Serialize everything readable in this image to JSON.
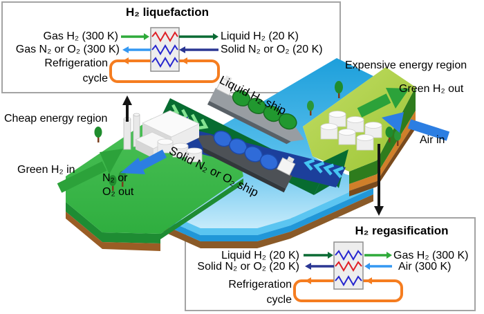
{
  "liquefaction_panel": {
    "title": "H₂ liquefaction",
    "row1_left": "Gas H₂ (300 K)",
    "row1_right": "Liquid H₂ (20 K)",
    "row2_left": "Gas N₂ or O₂ (300 K)",
    "row2_right": "Solid N₂ or O₂ (20 K)",
    "refrigeration_line1": "Refrigeration",
    "refrigeration_line2": "cycle"
  },
  "regasification_panel": {
    "title": "H₂ regasification",
    "row1_left": "Liquid H₂ (20 K)",
    "row1_right": "Gas H₂ (300 K)",
    "row2_left": "Solid N₂ or O₂ (20 K)",
    "row2_right": "Air (300 K)",
    "refrigeration_line1": "Refrigeration",
    "refrigeration_line2": "cycle"
  },
  "scene": {
    "cheap_region_label": "Cheap energy region",
    "expensive_region_label": "Expensive energy region",
    "green_h2_in": "Green H₂ in",
    "green_h2_out": "Green H₂ out",
    "n2_o2_out_line1": "N₂ or",
    "n2_o2_out_line2": "O₂ out",
    "air_in": "Air in",
    "liquid_ship_label": "Liquid H₂ ship",
    "solid_ship_label": "Solid N₂ or O₂ ship"
  },
  "colors": {
    "bright_green_arrow": "#2faa3a",
    "dark_green_arrow": "#0a6a33",
    "light_blue_arrow": "#3498f2",
    "dark_blue_arrow": "#2b3793",
    "refrigeration_orange": "#f57d20",
    "hot_stream_red": "#de1f26",
    "cold_stream_blue": "#2626cf",
    "ocean_blue": "#2aa7e1",
    "left_island_green": "#3cb54a",
    "right_island_olive": "#a8cd3e",
    "export_route_green": "#076c30",
    "return_route_blue": "#1c3f9b",
    "soil_brown": "#8a5a28"
  }
}
